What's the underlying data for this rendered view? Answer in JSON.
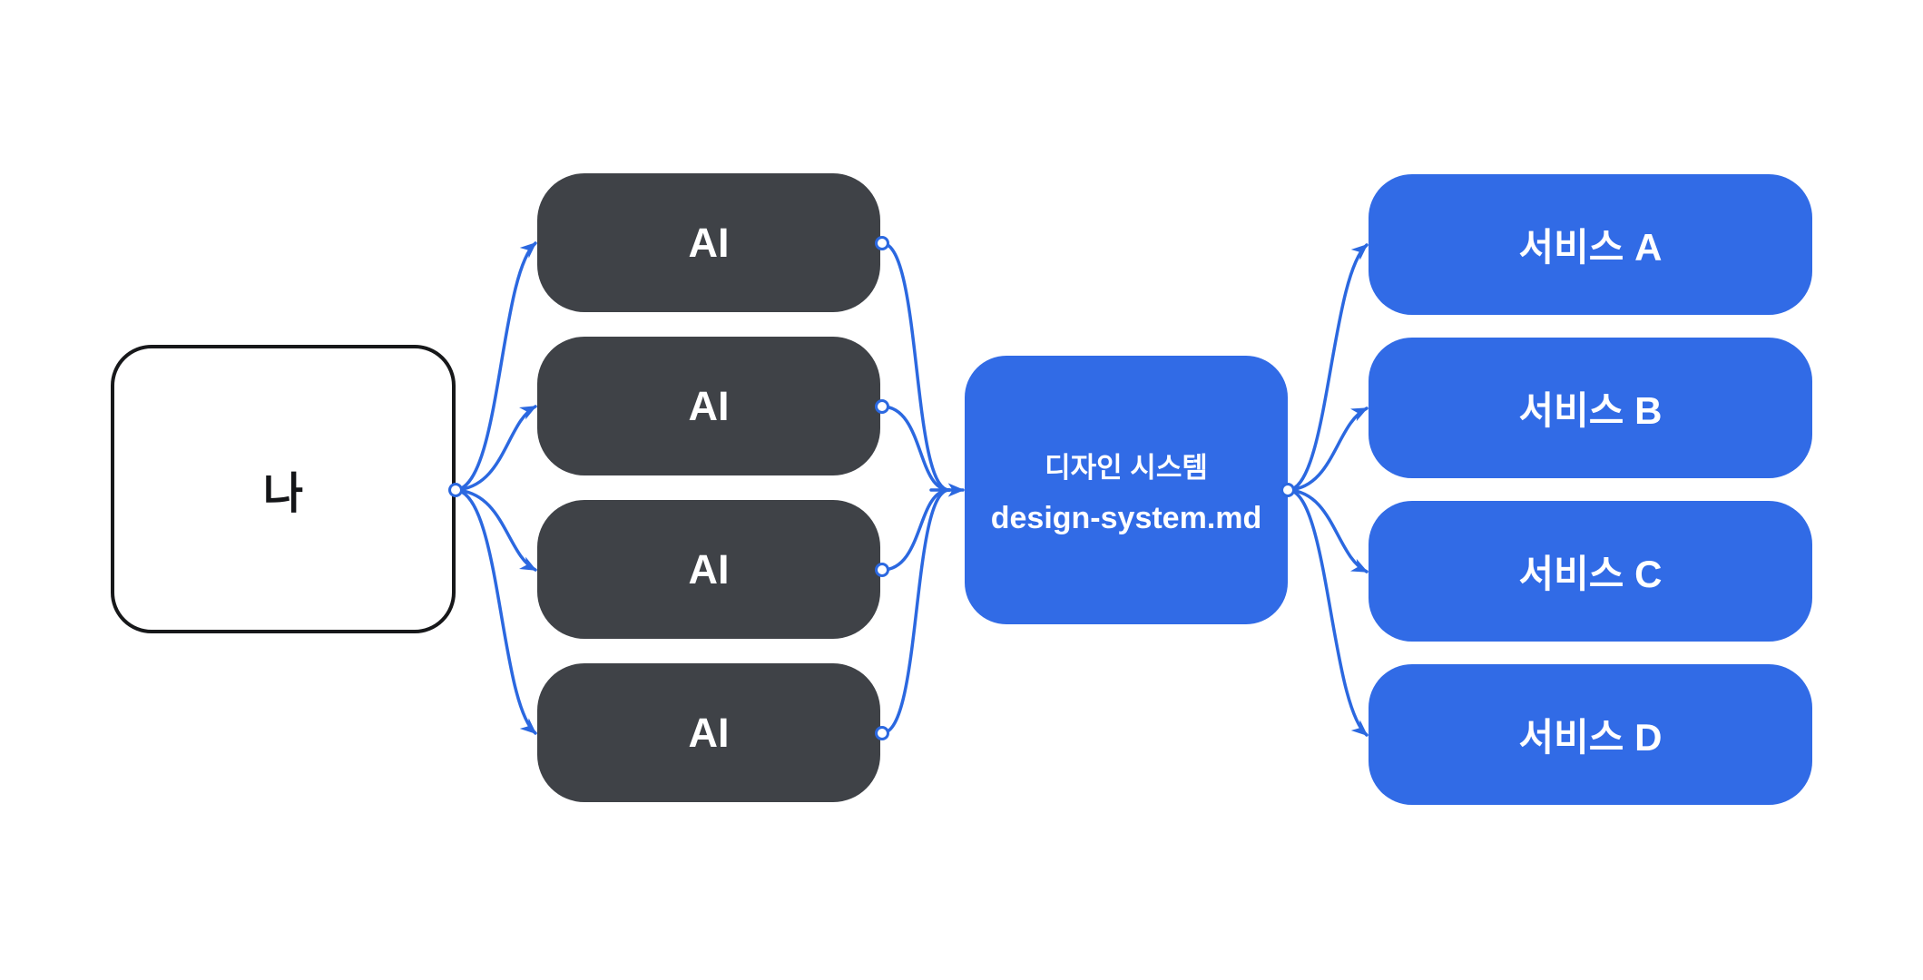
{
  "diagram": {
    "me": {
      "label": "나"
    },
    "ai_nodes": [
      {
        "label": "AI"
      },
      {
        "label": "AI"
      },
      {
        "label": "AI"
      },
      {
        "label": "AI"
      }
    ],
    "hub": {
      "title": "디자인 시스템",
      "subtitle": "design-system.md"
    },
    "services": [
      {
        "label": "서비스 A"
      },
      {
        "label": "서비스 B"
      },
      {
        "label": "서비스 C"
      },
      {
        "label": "서비스 D"
      }
    ],
    "icons": {
      "source_handle": "circle-handle-icon",
      "arrowhead": "arrowhead-icon"
    },
    "colors": {
      "accent_blue": "#316BE6",
      "edge_blue": "#2B68E0",
      "dark_gray": "#3F4247",
      "border_black": "#17181A",
      "bg": "#FFFFFF",
      "text_white": "#FFFFFF",
      "text_black": "#141518"
    }
  }
}
